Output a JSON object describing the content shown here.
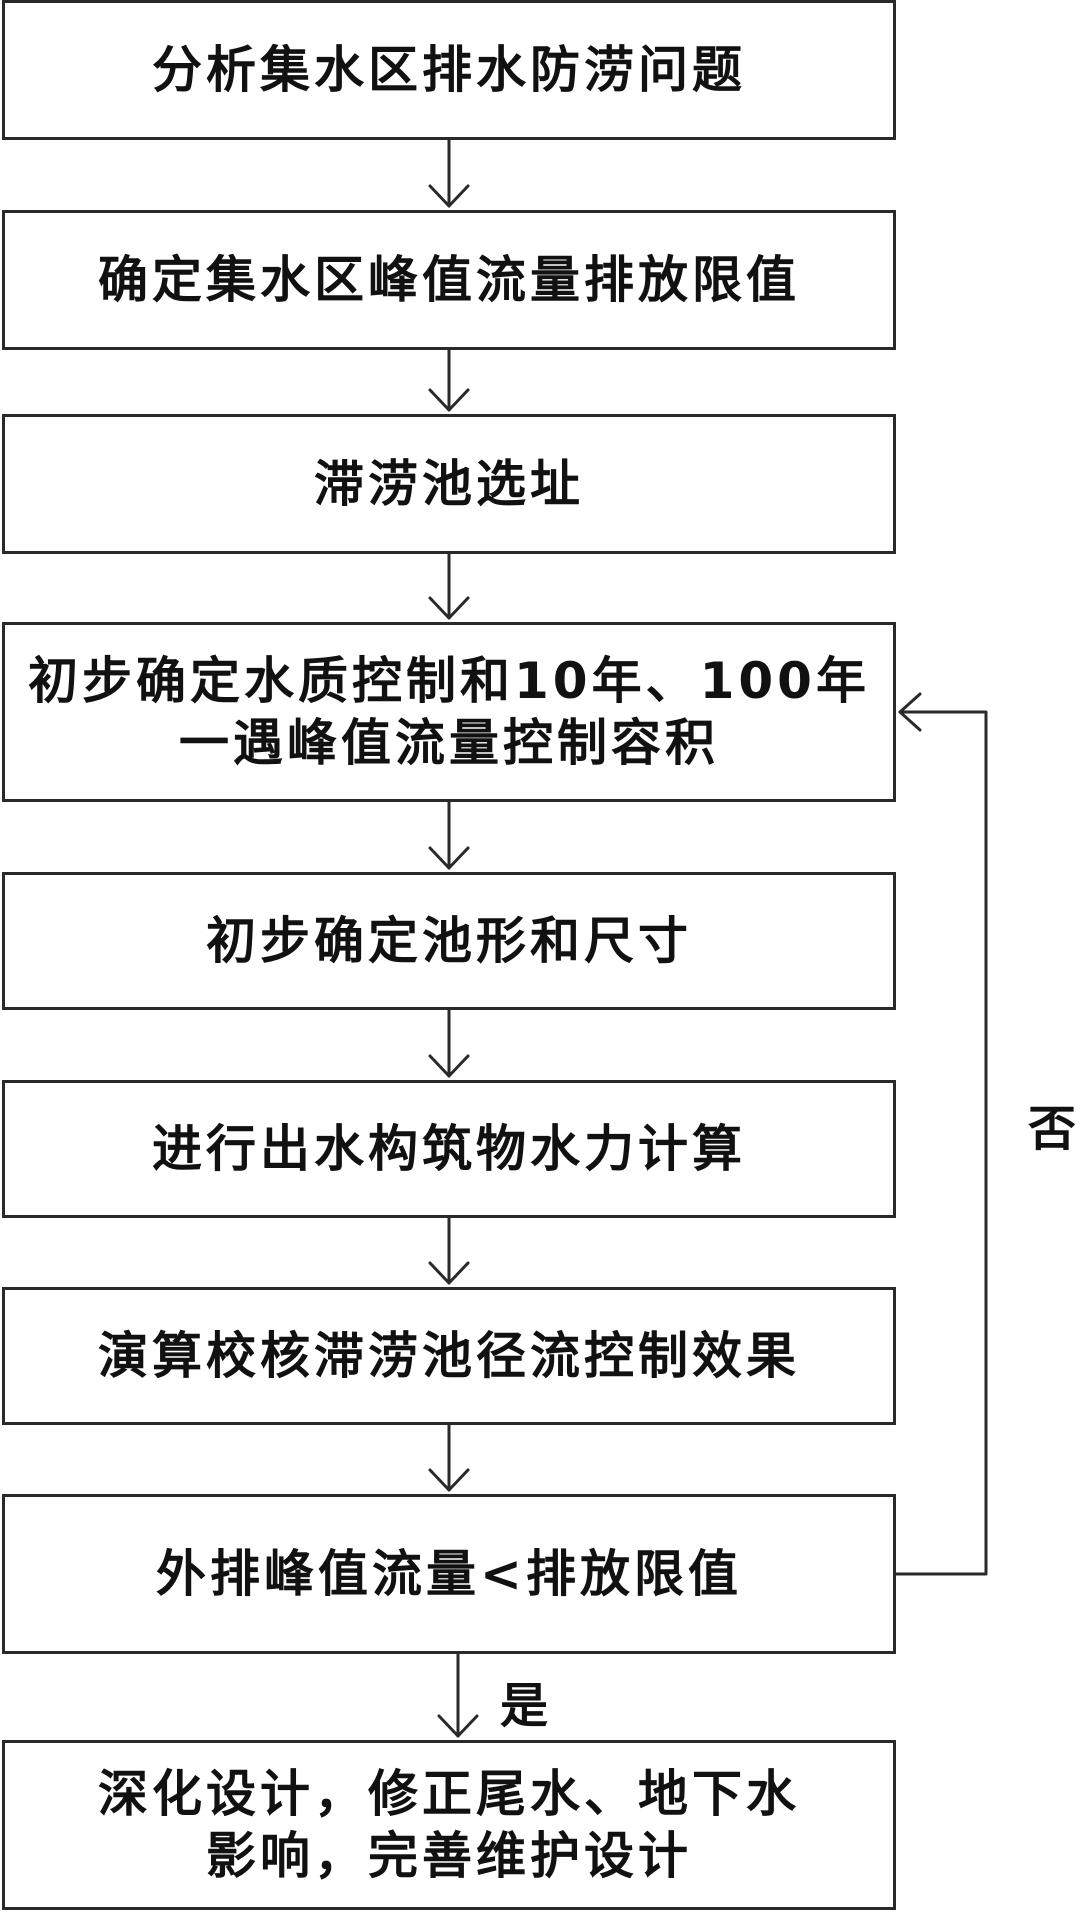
{
  "steps": [
    {
      "id": "analyze",
      "text": "分析集水区排水防涝问题"
    },
    {
      "id": "discharge-limit",
      "text": "确定集水区峰值流量排放限值"
    },
    {
      "id": "site-selection",
      "text": "滞涝池选址"
    },
    {
      "id": "preliminary-volume",
      "text": "初步确定水质控制和10年、100年\n一遇峰值流量控制容积"
    },
    {
      "id": "shape-size",
      "text": "初步确定池形和尺寸"
    },
    {
      "id": "hydraulic-calc",
      "text": "进行出水构筑物水力计算"
    },
    {
      "id": "verify-effect",
      "text": "演算校核滞涝池径流控制效果"
    },
    {
      "id": "decision",
      "text": "外排峰值流量<排放限值"
    },
    {
      "id": "detailed-design",
      "text": "深化设计，修正尾水、地下水\n影响，完善维护设计"
    }
  ],
  "labels": {
    "no": "否",
    "yes": "是"
  },
  "colors": {
    "line": "#2a2a2a",
    "text": "#111111",
    "background": "#ffffff"
  }
}
